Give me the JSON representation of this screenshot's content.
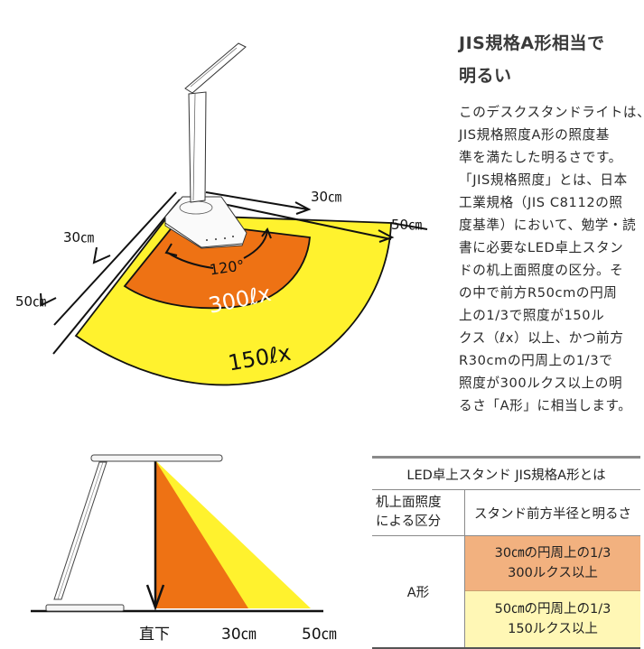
{
  "colors": {
    "orange": "#ee7214",
    "yellow": "#fff22e",
    "table_orange": "#f2b17f",
    "table_yellow": "#fff7b5"
  },
  "heading": {
    "line1": "JIS規格A形相当で",
    "line2": "明るい"
  },
  "body_text": {
    "lines": [
      "このデスクスタンドライトは、",
      "JIS規格照度A形の照度基",
      "準を満たした明るさです。",
      "「JIS規格照度」とは、日本",
      "工業規格（JIS C8112の照",
      "度基準）において、勉学・読",
      "書に必要なLED卓上スタン",
      "ドの机上面照度の区分。そ",
      "の中で前方R50cmの円周",
      "上の1/3で照度が150ル",
      "クス（ℓx）以上、かつ前方",
      "R30cmの円周上の1/3で",
      "照度が300ルクス以上の明",
      "るさ「A形」に相当します。"
    ]
  },
  "top_diagram": {
    "label_right_30": "30㎝",
    "label_right_50": "50㎝",
    "label_left_30": "30㎝",
    "label_left_50": "50㎝",
    "angle": "120°",
    "inner_zone": "300ℓx",
    "outer_zone": "150ℓx"
  },
  "side_diagram": {
    "label_below": "直下",
    "label_30": "30㎝",
    "label_50": "50㎝"
  },
  "table": {
    "title": "LED卓上スタンド JIS規格A形とは",
    "header_left_line1": "机上面照度",
    "header_left_line2": "による区分",
    "header_right": "スタンド前方半径と明るさ",
    "class": "A形",
    "row1_line1": "30㎝の円周上の1/3",
    "row1_line2": "300ルクス以上",
    "row2_line1": "50㎝の円周上の1/3",
    "row2_line2": "150ルクス以上"
  }
}
